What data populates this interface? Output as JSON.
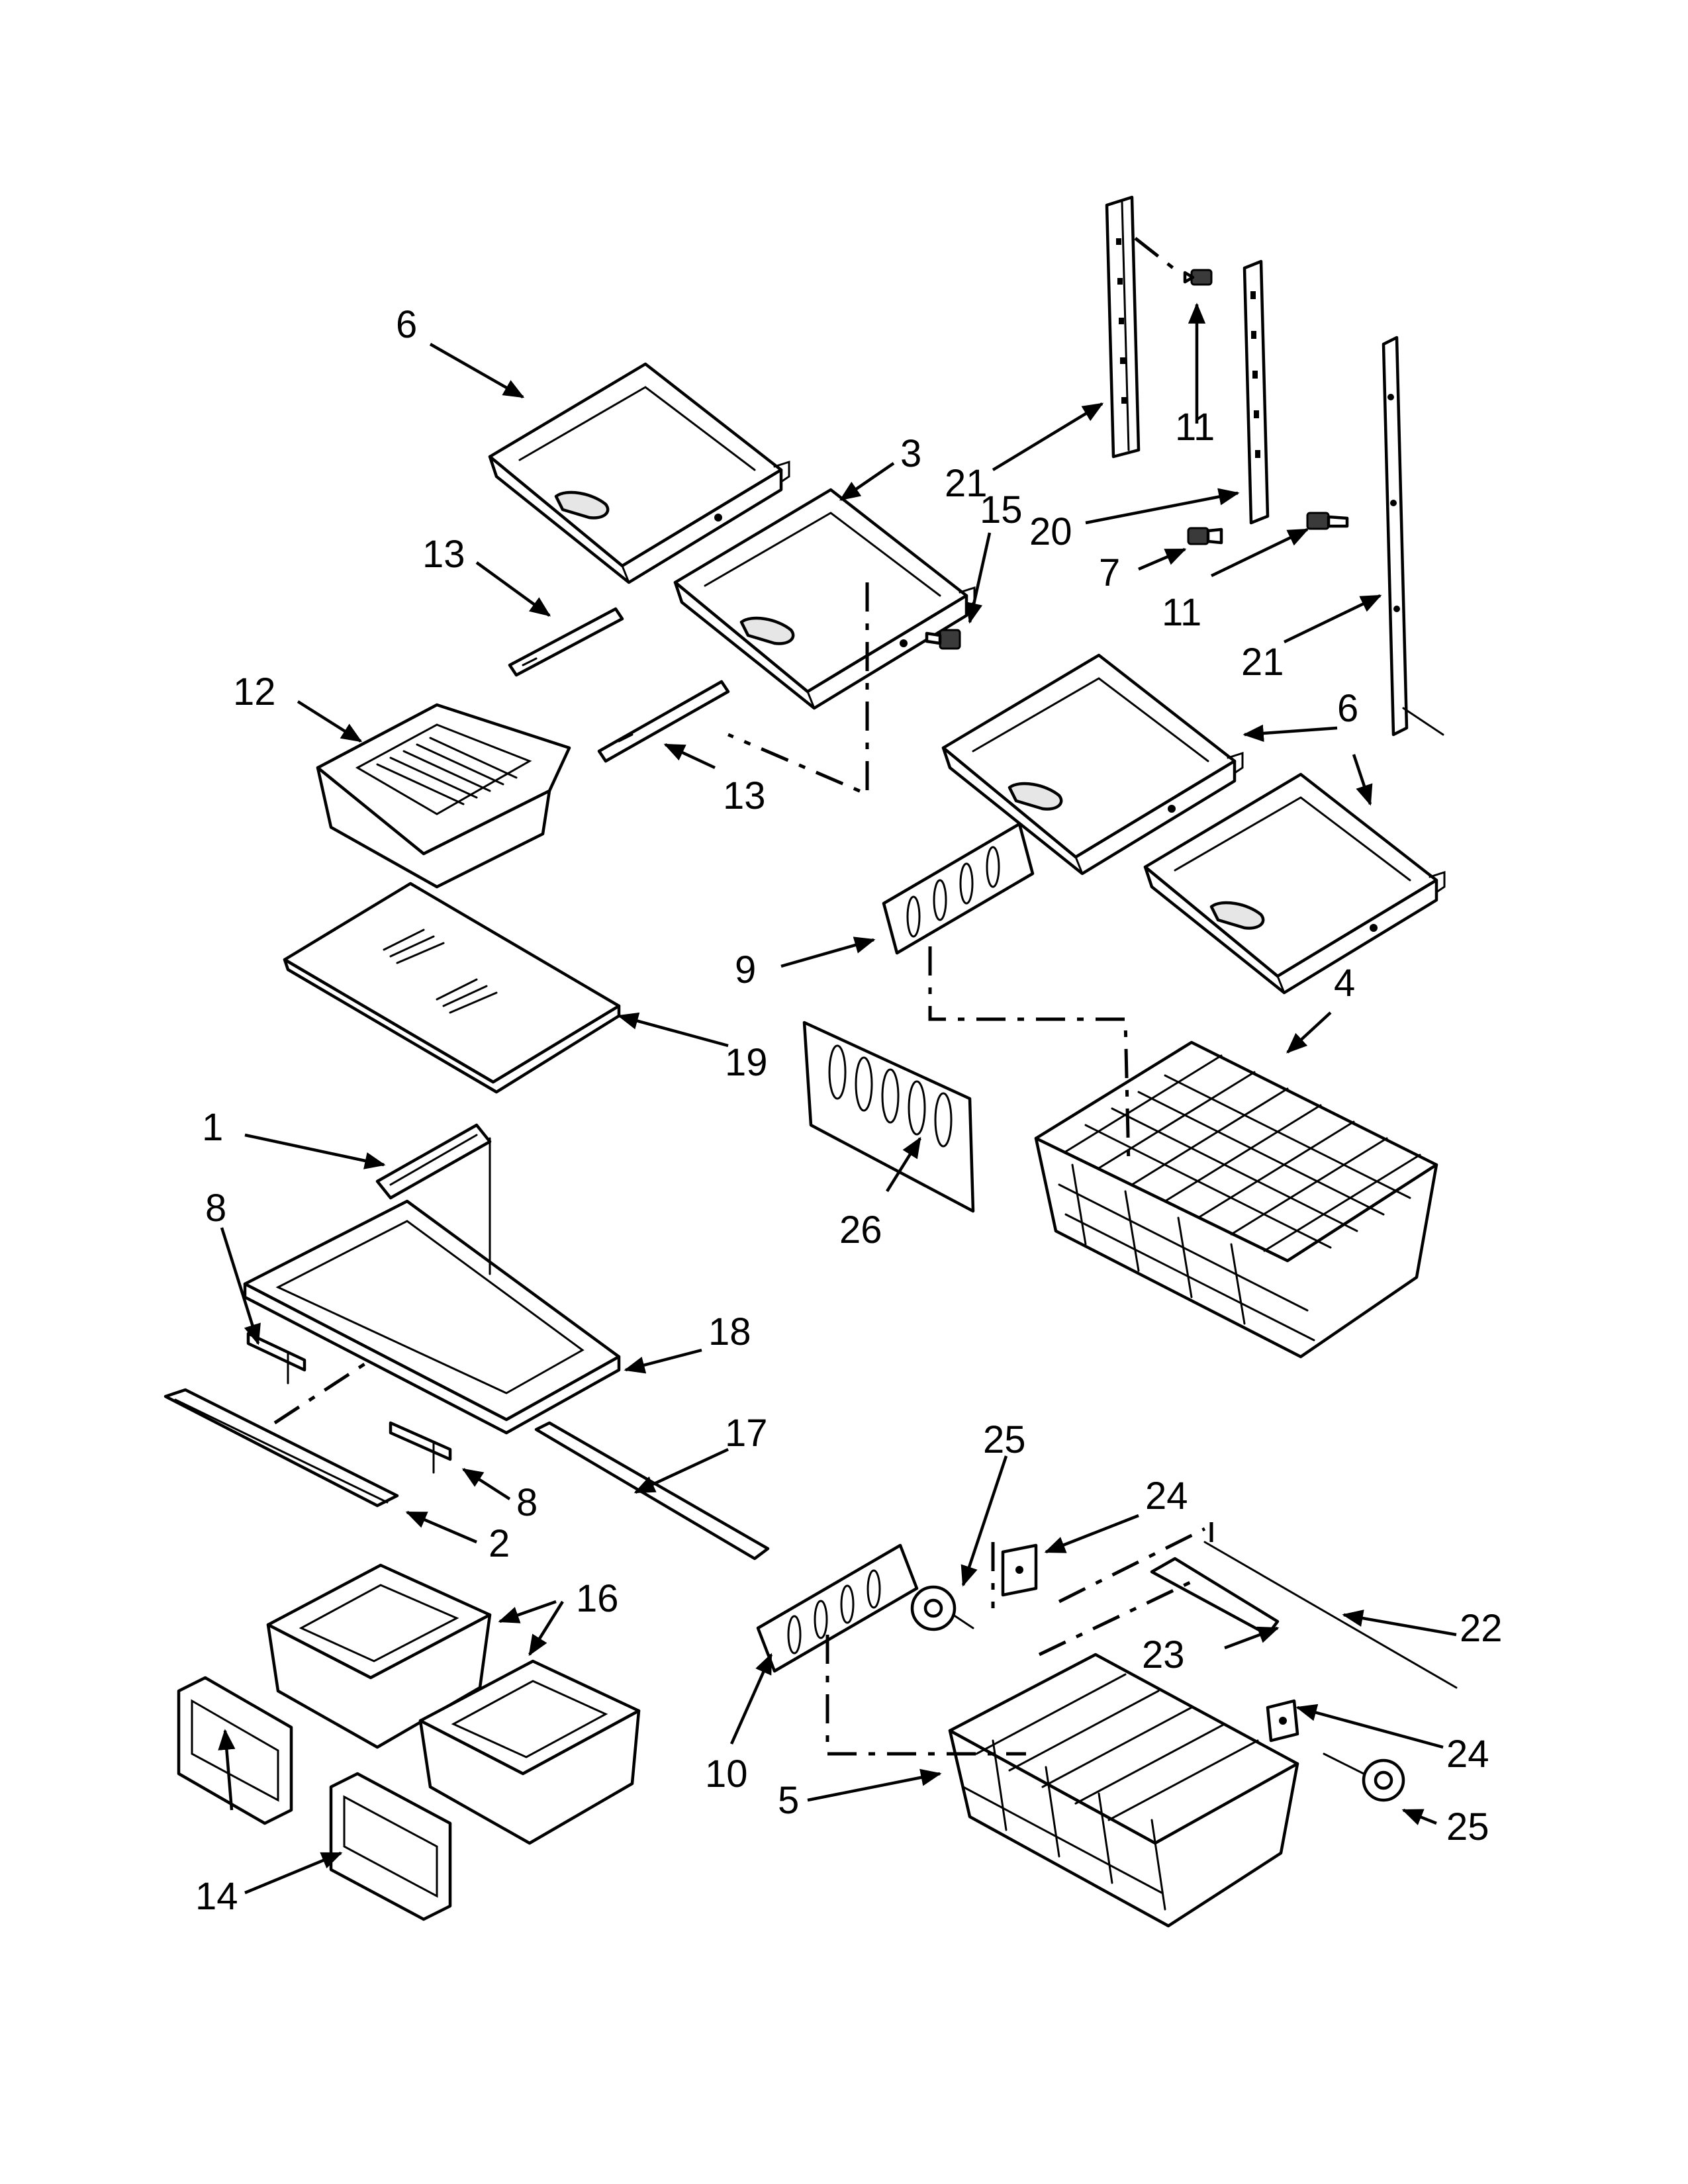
{
  "colors": {
    "background": "#ffffff",
    "line": "#000000",
    "shade": "#e6e6e6"
  },
  "callouts": {
    "c6a": "6",
    "c3": "3",
    "c15": "15",
    "c13a": "13",
    "c12": "12",
    "c13b": "13",
    "c21a": "21",
    "c11a": "11",
    "c20": "20",
    "c7": "7",
    "c11b": "11",
    "c21b": "21",
    "c6b": "6",
    "c9": "9",
    "c4": "4",
    "c19": "19",
    "c1": "1",
    "c26": "26",
    "c8a": "8",
    "c18": "18",
    "c17": "17",
    "c8b": "8",
    "c2": "2",
    "c25a": "25",
    "c24a": "24",
    "c16": "16",
    "c22": "22",
    "c23": "23",
    "c10": "10",
    "c5": "5",
    "c24b": "24",
    "c25b": "25",
    "c14": "14"
  }
}
